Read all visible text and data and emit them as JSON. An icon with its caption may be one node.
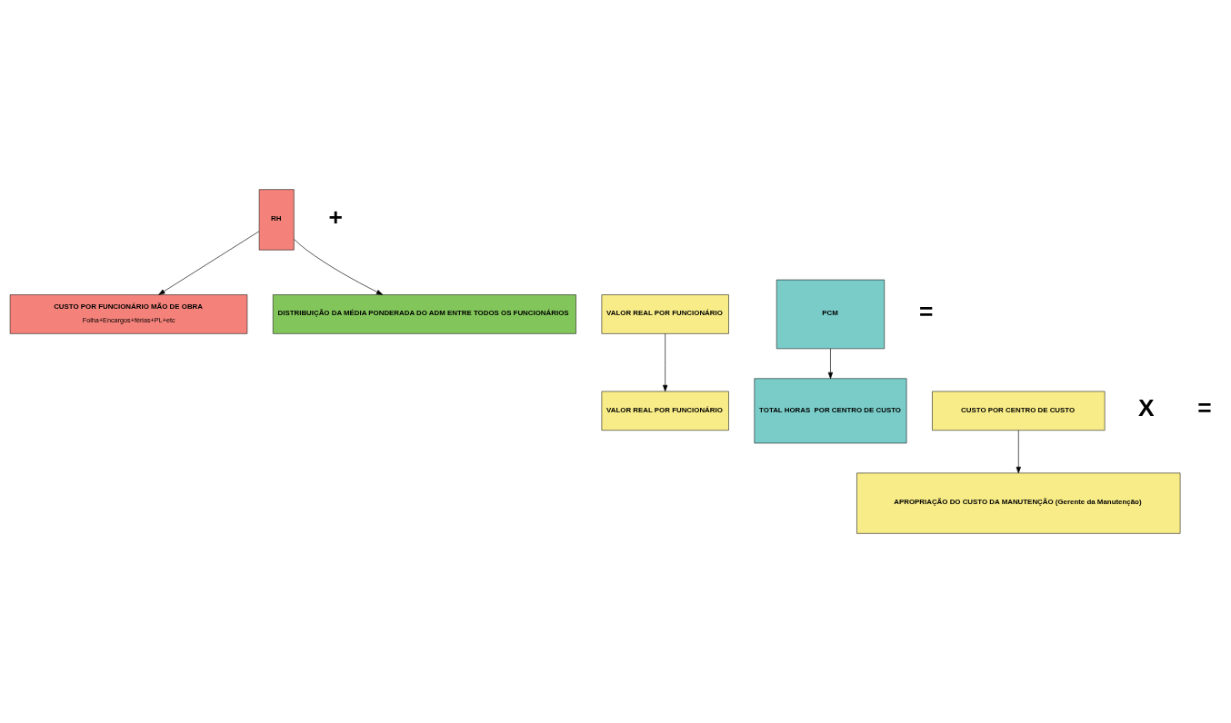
{
  "diagram": {
    "nodes": [
      {
        "text": [
          "RH"
        ]
      },
      {
        "text": [
          "CUSTO POR FUNCIONÁRIO MÃO DE OBRA",
          "Folha+Encargos+férias+PL+etc"
        ]
      },
      {
        "text": [
          "DISTRIBUIÇÃO DA MÉDIA PONDERADA DO ADM ENTRE TODOS OS FUNCIONÁRIOS"
        ]
      },
      {
        "text": [
          "VALOR REAL POR FUNCIONÁRIO"
        ]
      },
      {
        "text": [
          "TOTAL HORAS  POR CENTRO DE CUSTO"
        ]
      },
      {
        "text": [
          "VALOR REAL POR FUNCIONÁRIO"
        ]
      },
      {
        "text": [
          "CUSTO POR CENTRO DE CUSTO"
        ]
      },
      {
        "text": [
          "PCM"
        ]
      },
      {
        "text": [
          "APROPRIAÇÃO DO CUSTO DA MANUTENÇÃO (Gerente da Manutenção)"
        ]
      }
    ],
    "edges": [
      {
        "from": 0,
        "to": 1,
        "arrow": "to"
      },
      {
        "from": 0,
        "to": 2,
        "arrow": "to"
      },
      {
        "from": 3,
        "to": 5,
        "arrow": "to"
      },
      {
        "from": 7,
        "to": 4,
        "arrow": "to"
      },
      {
        "from": 6,
        "to": 8,
        "arrow": "to"
      }
    ],
    "labels": [
      "+",
      "=",
      "X",
      "="
    ]
  }
}
